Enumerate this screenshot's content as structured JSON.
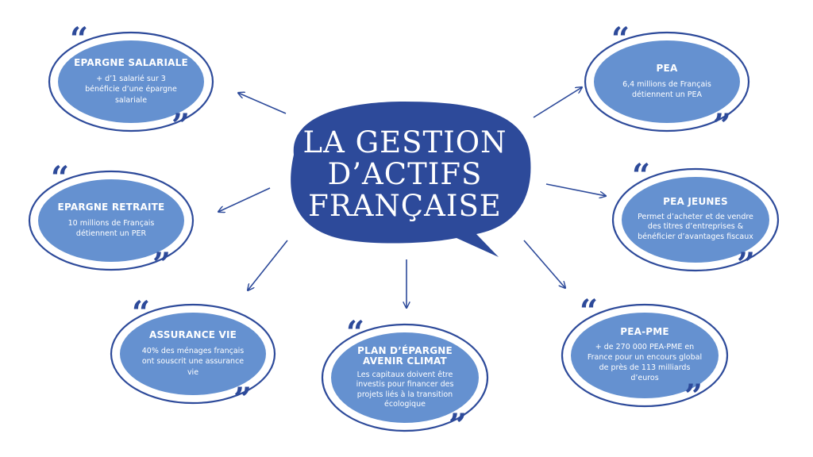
{
  "center": {
    "title": [
      "LA GESTION",
      "D’ACTIFS",
      "FRANÇAISE"
    ]
  },
  "colors": {
    "dark_blue": "#2d4a9a",
    "light_blue": "#6591d0",
    "white": "#ffffff"
  },
  "quote_marks": {
    "open": "“",
    "close": "”"
  },
  "cards": [
    {
      "id": "epargne-salariale",
      "title": "EPARGNE SALARIALE",
      "text": "+ d’1 salarié sur 3 bénéficie d’une épargne salariale"
    },
    {
      "id": "epargne-retraite",
      "title": "EPARGNE RETRAITE",
      "text": "10 millions de Français détiennent un PER"
    },
    {
      "id": "assurance-vie",
      "title": "ASSURANCE VIE",
      "text": "40% des ménages français ont souscrit une assurance vie"
    },
    {
      "id": "plan-epargne-avenir-climat",
      "title": "PLAN D’ÉPARGNE AVENIR CLIMAT",
      "text": "Les capitaux doivent être investis pour financer des projets liés à la transition écologique"
    },
    {
      "id": "pea",
      "title": "PEA",
      "text": "6,4 millions de Français détiennent un PEA"
    },
    {
      "id": "pea-jeunes",
      "title": "PEA JEUNES",
      "text": "Permet d’acheter et de vendre des titres d’entreprises & bénéficier d’avantages fiscaux"
    },
    {
      "id": "pea-pme",
      "title": "PEA-PME",
      "text": "+ de 270 000 PEA-PME en France pour un encours global de près de 113 milliards d’euros"
    }
  ]
}
